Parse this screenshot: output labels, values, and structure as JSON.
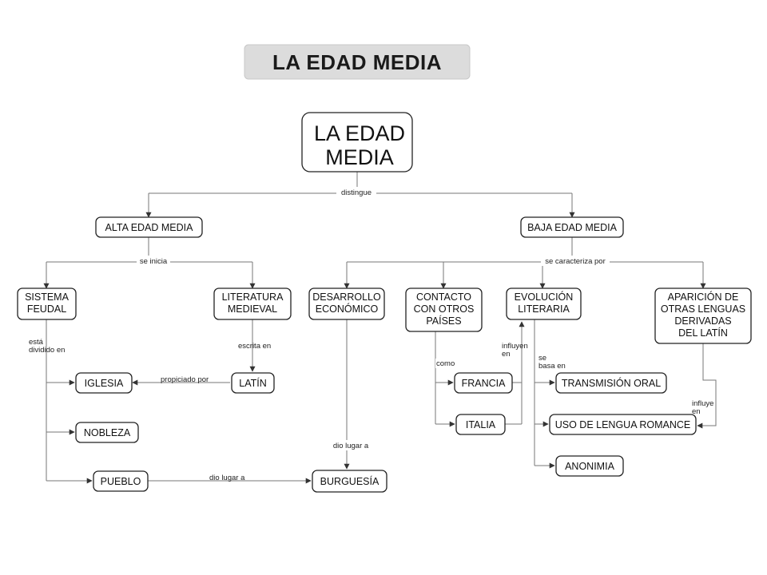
{
  "banner": {
    "title": "LA EDAD MEDIA"
  },
  "nodes": {
    "root": [
      "LA EDAD",
      "MEDIA"
    ],
    "alta": [
      "ALTA EDAD MEDIA"
    ],
    "baja": [
      "BAJA EDAD MEDIA"
    ],
    "sistema": [
      "SISTEMA",
      "FEUDAL"
    ],
    "literatura": [
      "LITERATURA",
      "MEDIEVAL"
    ],
    "desarrollo": [
      "DESARROLLO",
      "ECONÓMICO"
    ],
    "contacto": [
      "CONTACTO",
      "CON OTROS",
      "PAÍSES"
    ],
    "evolucion": [
      "EVOLUCIÓN",
      "LITERARIA"
    ],
    "aparicion": [
      "APARICIÓN DE",
      "OTRAS LENGUAS",
      "DERIVADAS",
      "DEL LATÍN"
    ],
    "iglesia": [
      "IGLESIA"
    ],
    "latin": [
      "LATÍN"
    ],
    "nobleza": [
      "NOBLEZA"
    ],
    "pueblo": [
      "PUEBLO"
    ],
    "burguesia": [
      "BURGUESÍA"
    ],
    "francia": [
      "FRANCIA"
    ],
    "italia": [
      "ITALIA"
    ],
    "transmision": [
      "TRANSMISIÓN ORAL"
    ],
    "uso": [
      "USO DE LENGUA ROMANCE"
    ],
    "anonimia": [
      "ANONIMIA"
    ]
  },
  "edge_labels": {
    "distingue": [
      "distingue"
    ],
    "se_inicia": [
      "se inicia"
    ],
    "se_caracteriza": [
      "se caracteriza por"
    ],
    "esta_dividido": [
      "está",
      "dividido en"
    ],
    "escrita_en": [
      "escrita en"
    ],
    "propiciado_por": [
      "propiciado por"
    ],
    "dio_lugar_burguesia": [
      "dio lugar a"
    ],
    "dio_lugar_pueblo": [
      "dio lugar a"
    ],
    "como": [
      "como"
    ],
    "influyen_en": [
      "influyen",
      "en"
    ],
    "se_basa_en": [
      "se",
      "basa en"
    ],
    "influye_en": [
      "influye",
      "en"
    ]
  }
}
